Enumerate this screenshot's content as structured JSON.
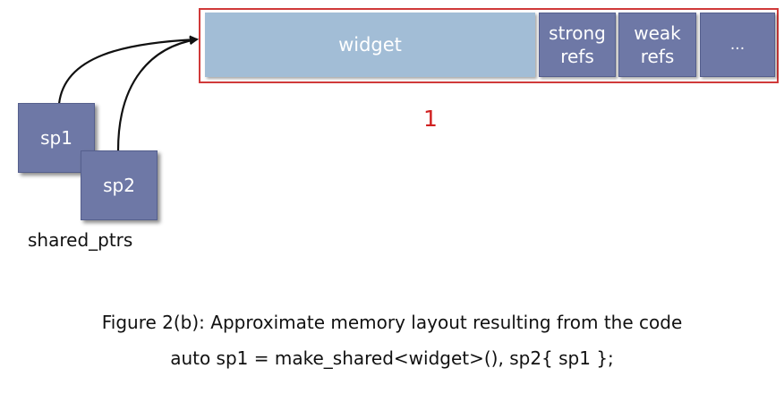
{
  "control_block": {
    "widget_label": "widget",
    "strong_refs_label": [
      "strong",
      "refs"
    ],
    "weak_refs_label": [
      "weak",
      "refs"
    ],
    "more_label": "...",
    "outline_color": "#d03a3a",
    "ref_count": "1"
  },
  "pointers": {
    "sp1_label": "sp1",
    "sp2_label": "sp2",
    "group_label": "shared_ptrs"
  },
  "caption": {
    "line1": "Figure 2(b):  Approximate memory layout resulting from the code",
    "line2": "auto sp1 = make_shared<widget>(), sp2{ sp1 };"
  },
  "colors": {
    "widget_fill": "#a2bdd6",
    "count_fill": "#6e78a6",
    "count_text": "#d02020"
  }
}
